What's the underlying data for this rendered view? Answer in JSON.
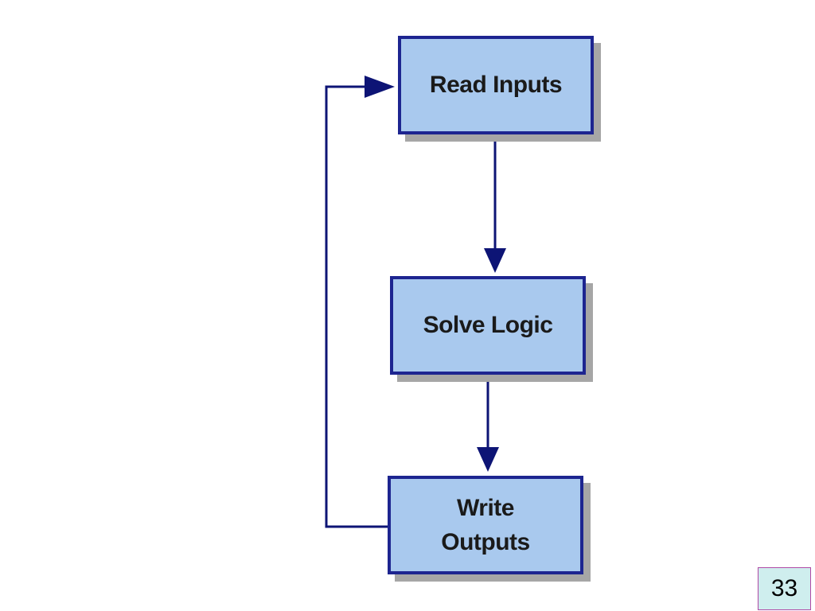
{
  "diagram": {
    "nodes": [
      {
        "id": "read",
        "lines": [
          "Read Inputs"
        ]
      },
      {
        "id": "solve",
        "lines": [
          "Solve Logic"
        ]
      },
      {
        "id": "write",
        "lines": [
          "Write",
          "Outputs"
        ]
      }
    ],
    "edges": [
      {
        "from": "read",
        "to": "solve"
      },
      {
        "from": "solve",
        "to": "write"
      },
      {
        "from": "write",
        "to": "read"
      }
    ],
    "colors": {
      "node_fill": "#a9c9ee",
      "node_border": "#1d2590",
      "node_shadow": "#a6a6a6",
      "connector": "#0d1475",
      "text": "#1a1a1a"
    }
  },
  "slide": {
    "page_number": "33",
    "colors": {
      "badge_fill": "#cfeeee",
      "badge_border": "#b04aa6"
    }
  }
}
